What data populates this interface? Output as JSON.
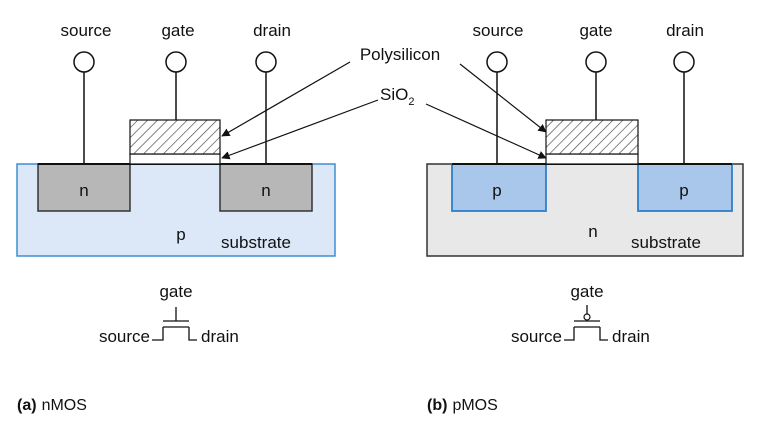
{
  "colors": {
    "nmos_substrate_fill": "#dce8f7",
    "nmos_substrate_stroke": "#3c8fd0",
    "nmos_well_fill": "#b7b7b7",
    "pmos_substrate_fill": "#e8e8e8",
    "pmos_well_fill": "#a8c7ea",
    "pmos_well_stroke": "#2f7fc6",
    "ink": "#111111"
  },
  "nmos": {
    "terminals": {
      "source": "source",
      "gate": "gate",
      "drain": "drain"
    },
    "wells": {
      "left": "n",
      "right": "n"
    },
    "substrate_type": "p",
    "substrate_label": "substrate",
    "symbol": {
      "gate": "gate",
      "source": "source",
      "drain": "drain"
    },
    "caption_tag": "(a)",
    "caption_text": "nMOS"
  },
  "pmos": {
    "terminals": {
      "source": "source",
      "gate": "gate",
      "drain": "drain"
    },
    "wells": {
      "left": "p",
      "right": "p"
    },
    "substrate_type": "n",
    "substrate_label": "substrate",
    "symbol": {
      "gate": "gate",
      "source": "source",
      "drain": "drain"
    },
    "caption_tag": "(b)",
    "caption_text": "pMOS"
  },
  "annotations": {
    "polysilicon": "Polysilicon",
    "sio2_base": "SiO",
    "sio2_subscript": "2"
  }
}
